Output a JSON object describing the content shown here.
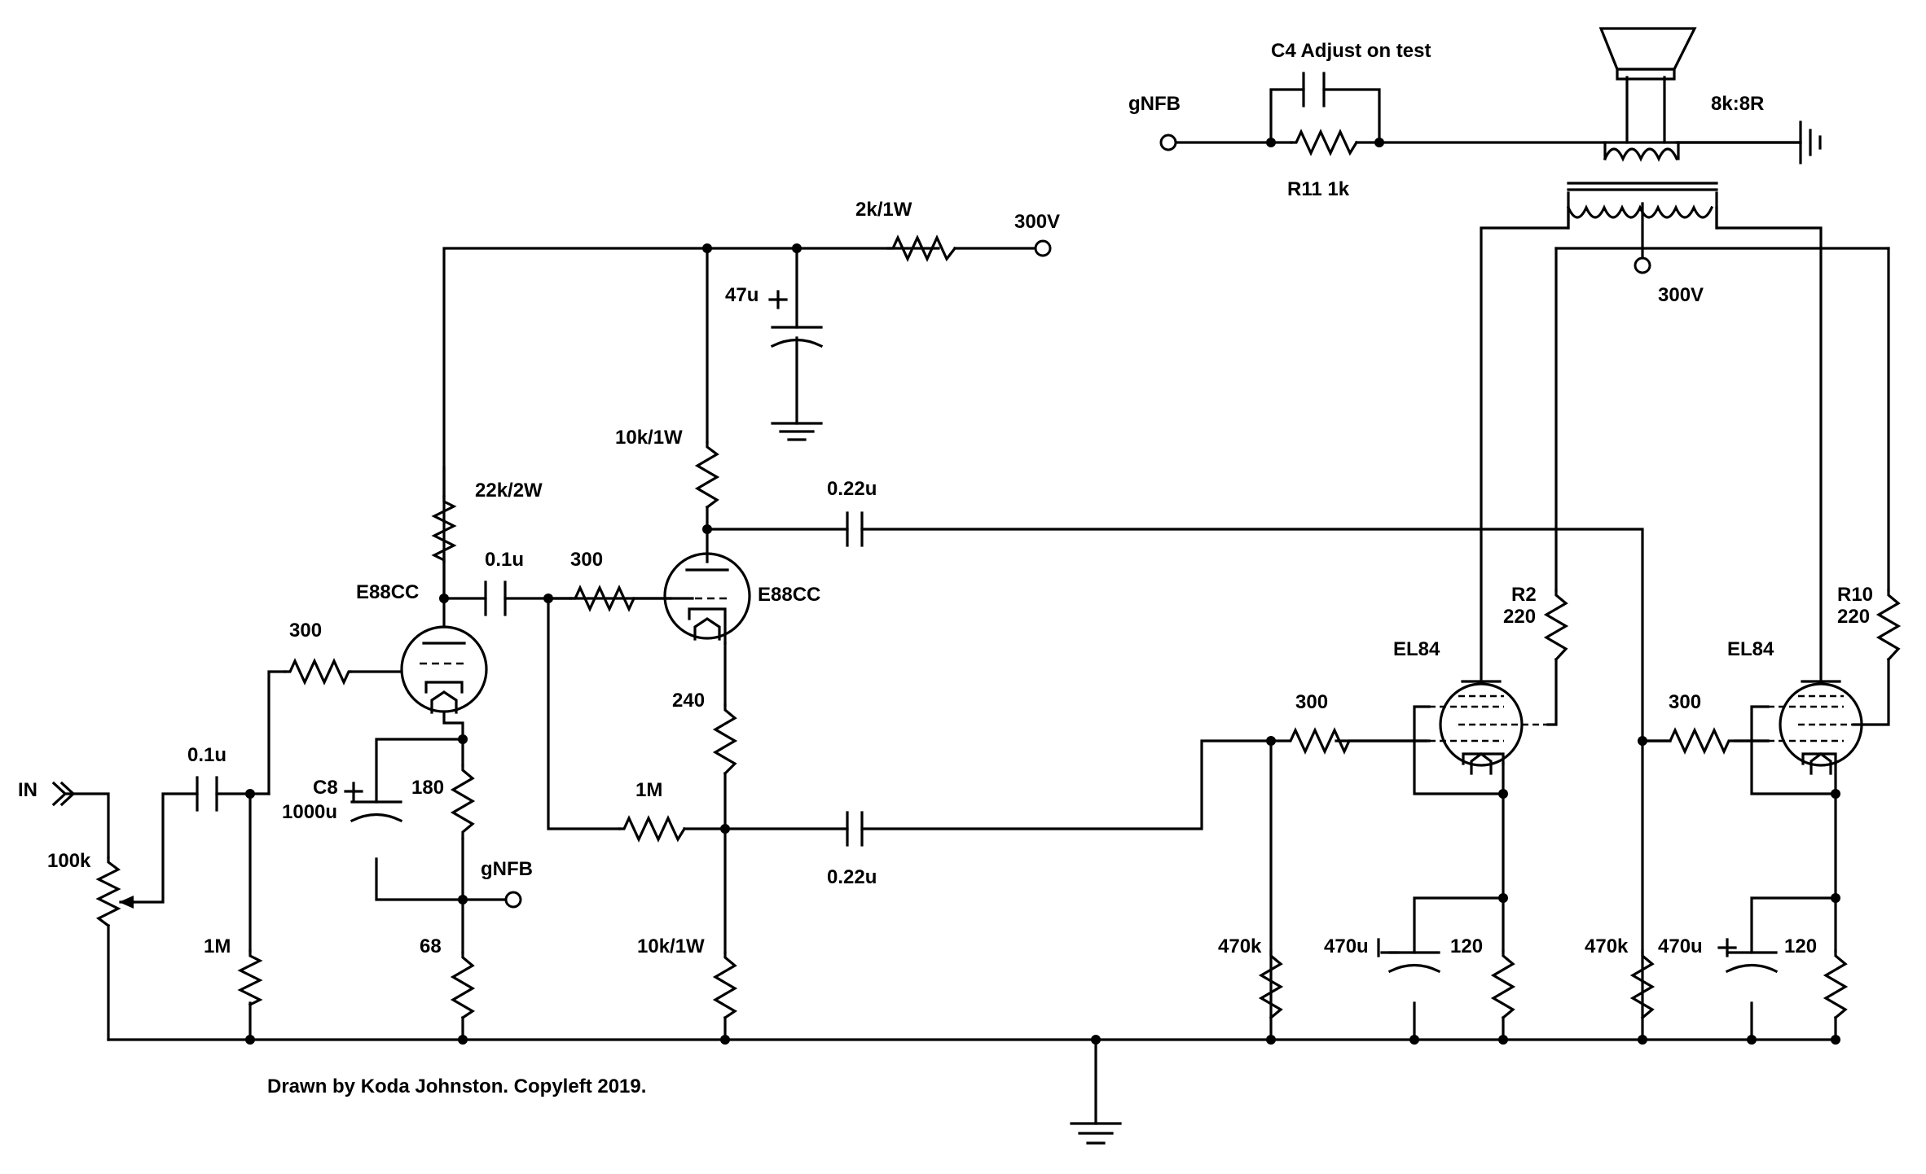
{
  "title": "",
  "labels": {
    "in": "IN",
    "pot": "100k",
    "c_in": "0.1u",
    "r_in_gnd": "1M",
    "r_grid1": "300",
    "r_plate1": "22k/2W",
    "tube1": "E88CC",
    "c8_name": "C8",
    "c8_value": "1000u",
    "r_cath1a": "180",
    "r_cath1b": "68",
    "gnfb_in": "gNFB",
    "c_couple1": "0.1u",
    "r_grid2": "300",
    "r_gl2": "1M",
    "tube2": "E88CC",
    "r_plate2": "10k/1W",
    "r_drop": "2k/1W",
    "c_filter": "47u",
    "b_plus_1": "300V",
    "r_cath2": "240",
    "r_tail": "10k/1W",
    "c_out_top": "0.22u",
    "c_out_bot": "0.22u",
    "tube3": "EL84",
    "tube4": "EL84",
    "r_grid3": "300",
    "r_grid4": "300",
    "r_gl3": "470k",
    "r_gl4": "470k",
    "c_cath3": "470u",
    "c_cath4": "470u",
    "r_cath3": "120",
    "r_cath4": "120",
    "r2_name": "R2",
    "r2_value": "220",
    "r10_name": "R10",
    "r10_value": "220",
    "transformer": "8k:8R",
    "b_plus_2": "300V",
    "gnfb_out": "gNFB",
    "c4": "C4  Adjust on test",
    "r11": "R11   1k",
    "credit": "Drawn by Koda Johnston. Copyleft 2019."
  }
}
